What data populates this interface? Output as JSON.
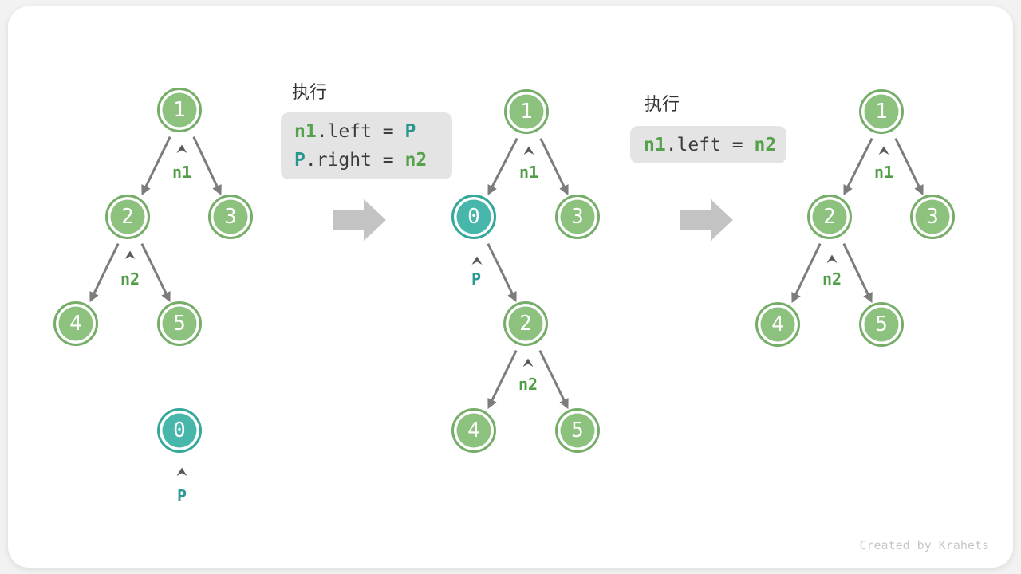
{
  "colors": {
    "page_bg": "#f1f2f1",
    "card_bg": "#ffffff",
    "node_green_fill": "#8cc17e",
    "node_green_border": "#76ad69",
    "node_teal_fill": "#47b6ab",
    "node_teal_border": "#35a79b",
    "node_text": "#ffffff",
    "edge_gray": "#7c7c7c",
    "caret_gray": "#5a5a5a",
    "label_green": "#4f9d45",
    "label_teal": "#2b9a94",
    "code_green": "#56a24c",
    "code_teal": "#28968f",
    "code_plain": "#3c3c3c",
    "code_bg": "#e4e4e4",
    "title_text": "#333333",
    "big_arrow_gray": "#c3c3c3",
    "watermark_gray": "#c6c8c7"
  },
  "watermark": "Created by Krahets",
  "steps": [
    {
      "title": "执行",
      "code_lines": [
        {
          "tokens": [
            {
              "text": "n1",
              "color": "green"
            },
            {
              "text": ".left = ",
              "color": "plain"
            },
            {
              "text": "P",
              "color": "teal"
            }
          ]
        },
        {
          "tokens": [
            {
              "text": "P",
              "color": "teal"
            },
            {
              "text": ".right = ",
              "color": "plain"
            },
            {
              "text": "n2",
              "color": "green"
            }
          ]
        }
      ]
    },
    {
      "title": "执行",
      "code_lines": [
        {
          "tokens": [
            {
              "text": "n1",
              "color": "green"
            },
            {
              "text": ".left = ",
              "color": "plain"
            },
            {
              "text": "n2",
              "color": "green"
            }
          ]
        }
      ]
    }
  ],
  "trees": [
    {
      "name": "before-insertion",
      "nodes": [
        {
          "value": "1",
          "variant": "green"
        },
        {
          "value": "2",
          "variant": "green"
        },
        {
          "value": "3",
          "variant": "green"
        },
        {
          "value": "4",
          "variant": "green"
        },
        {
          "value": "5",
          "variant": "green"
        },
        {
          "value": "0",
          "variant": "teal"
        }
      ],
      "labels": [
        {
          "text": "n1",
          "color": "green"
        },
        {
          "text": "n2",
          "color": "green"
        },
        {
          "text": "P",
          "color": "teal"
        }
      ]
    },
    {
      "name": "during-insertion",
      "nodes": [
        {
          "value": "1",
          "variant": "green"
        },
        {
          "value": "0",
          "variant": "teal"
        },
        {
          "value": "3",
          "variant": "green"
        },
        {
          "value": "2",
          "variant": "green"
        },
        {
          "value": "4",
          "variant": "green"
        },
        {
          "value": "5",
          "variant": "green"
        }
      ],
      "labels": [
        {
          "text": "n1",
          "color": "green"
        },
        {
          "text": "P",
          "color": "teal"
        },
        {
          "text": "n2",
          "color": "green"
        }
      ]
    },
    {
      "name": "after-removal",
      "nodes": [
        {
          "value": "1",
          "variant": "green"
        },
        {
          "value": "2",
          "variant": "green"
        },
        {
          "value": "3",
          "variant": "green"
        },
        {
          "value": "4",
          "variant": "green"
        },
        {
          "value": "5",
          "variant": "green"
        }
      ],
      "labels": [
        {
          "text": "n1",
          "color": "green"
        },
        {
          "text": "n2",
          "color": "green"
        }
      ]
    }
  ]
}
